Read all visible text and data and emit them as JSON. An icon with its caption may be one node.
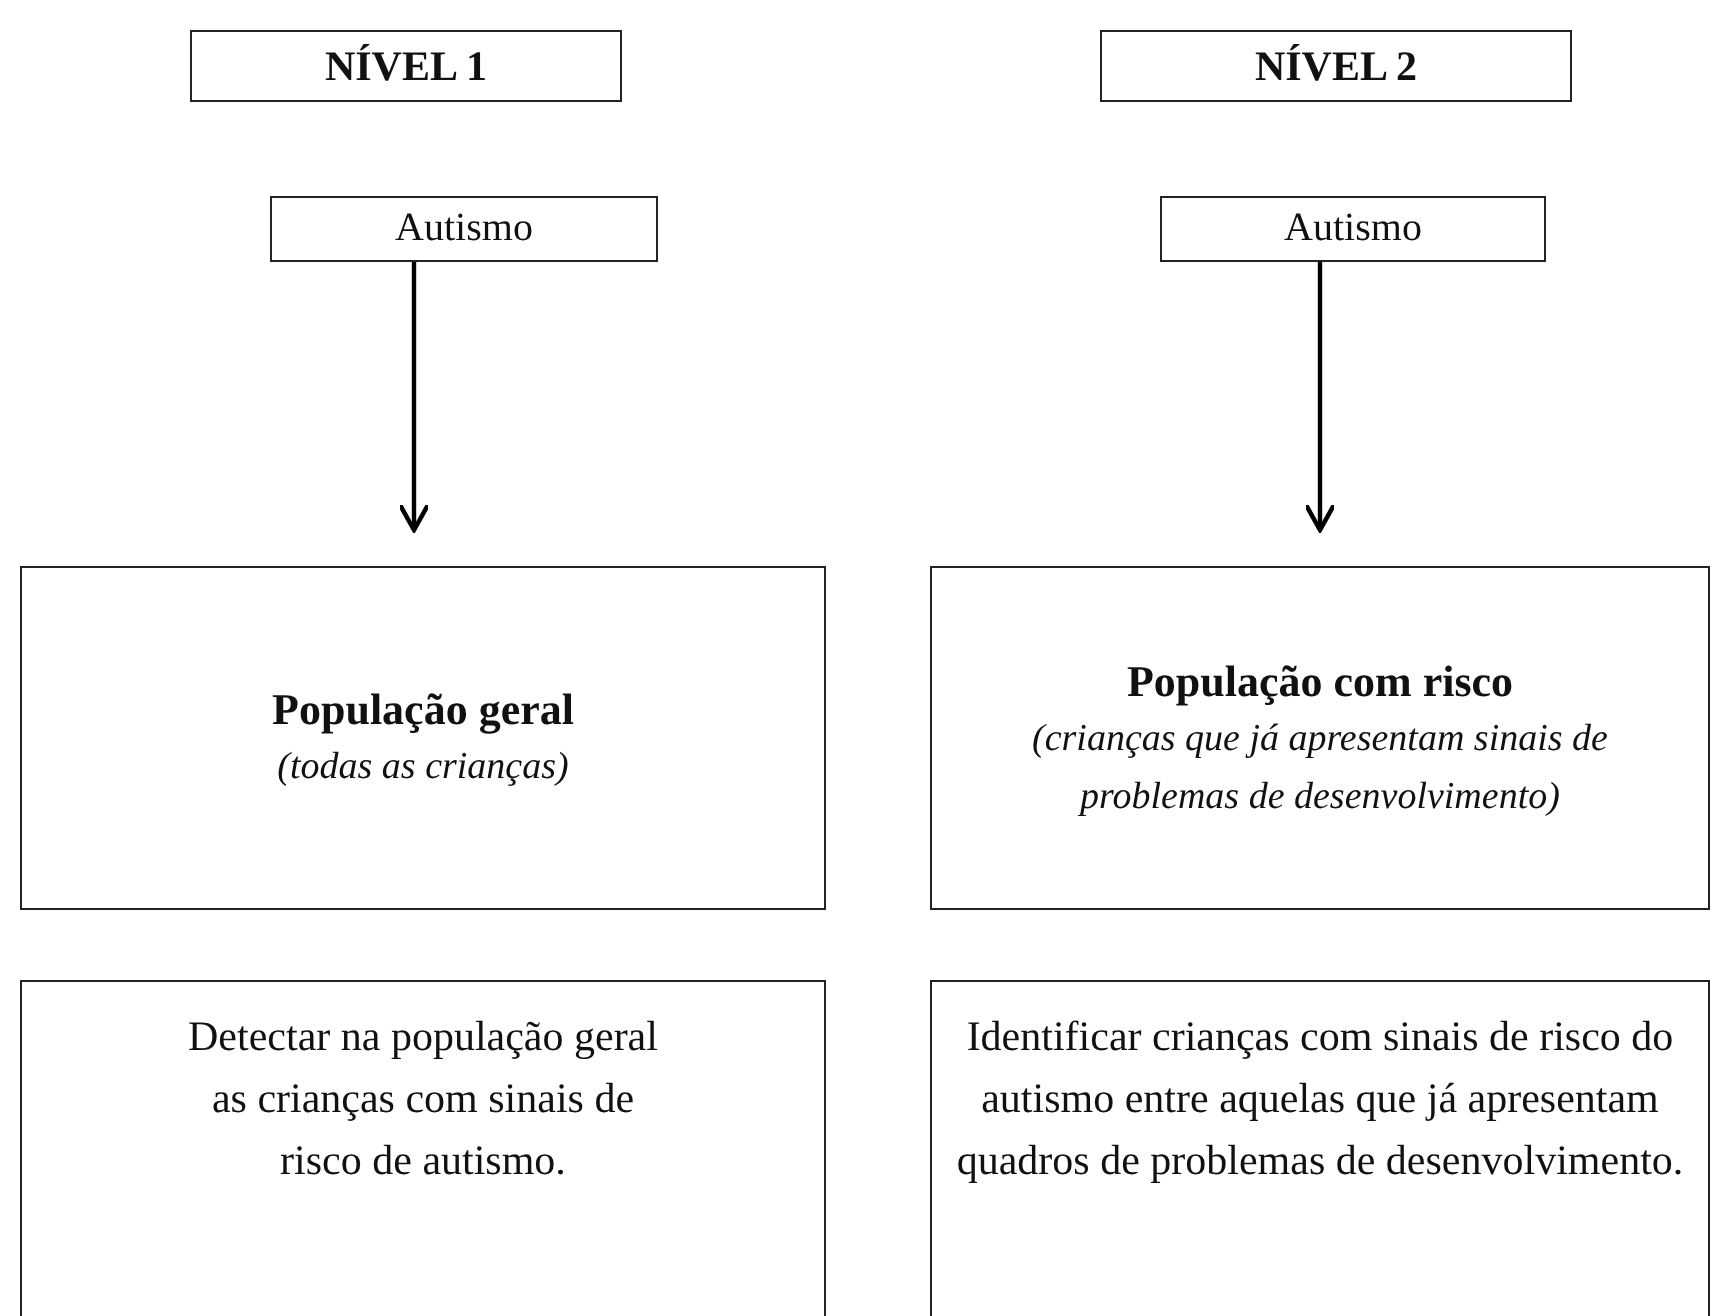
{
  "diagram": {
    "nodes": [
      {
        "text": [
          "NÍVEL 1"
        ]
      },
      {
        "text": [
          "NÍVEL 2"
        ]
      },
      {
        "text": [
          "Autismo"
        ]
      },
      {
        "text": [
          "Autismo"
        ]
      },
      {
        "text": [
          "População geral",
          "(todas as crianças)"
        ]
      },
      {
        "text": [
          "População com risco",
          "(crianças que já apresentam sinais de problemas de desenvolvimento)"
        ]
      },
      {
        "text": [
          "Detectar na população geral as crianças com sinais de risco de autismo."
        ]
      },
      {
        "text": [
          "Identificar crianças com sinais de risco do autismo entre aquelas que já apresentam quadros de problemas de desenvolvimento."
        ]
      }
    ],
    "edges": [
      {
        "from": 2,
        "to": 4,
        "arrow": "to"
      },
      {
        "from": 3,
        "to": 5,
        "arrow": "to"
      }
    ]
  }
}
